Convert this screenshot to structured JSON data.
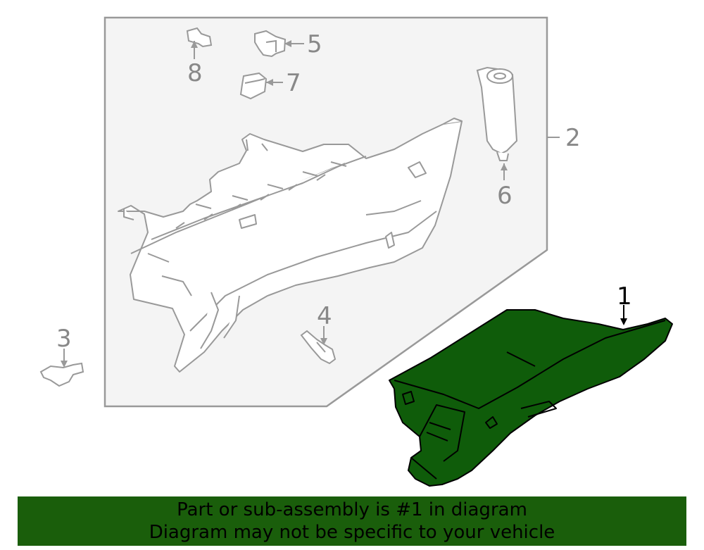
{
  "callouts": {
    "c1": "1",
    "c2": "2",
    "c3": "3",
    "c4": "4",
    "c5": "5",
    "c6": "6",
    "c7": "7",
    "c8": "8"
  },
  "banner": {
    "line1": "Part or sub-assembly is #1 in diagram",
    "line2": "Diagram may not be specific to your vehicle"
  },
  "colors": {
    "highlight_part": "#0f5c0a",
    "banner_background": "#1a5e0b",
    "line_art": "#9a9a9a",
    "frame_fill": "#f2f2f2"
  }
}
